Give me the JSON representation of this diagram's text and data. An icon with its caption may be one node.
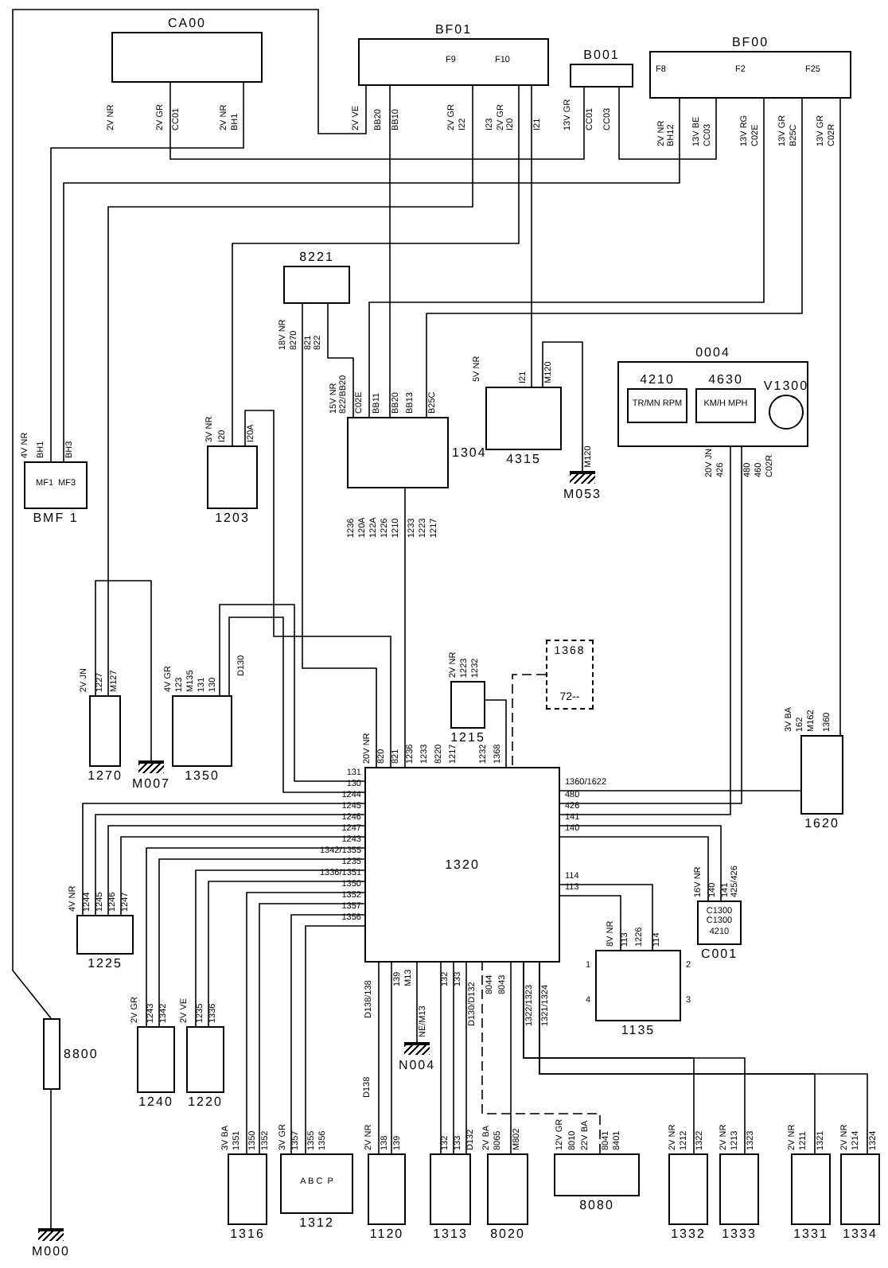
{
  "diagram": {
    "nodes": [
      {
        "text": [
          "CA00"
        ]
      },
      {
        "text": [
          "BF01"
        ]
      },
      {
        "text": [
          "B001"
        ]
      },
      {
        "text": [
          "BF00"
        ]
      },
      {
        "text": [
          "MF1",
          "MF3",
          "BMF 1"
        ]
      },
      {
        "text": [
          "8221"
        ]
      },
      {
        "text": [
          "1304"
        ]
      },
      {
        "text": [
          "1203"
        ]
      },
      {
        "text": [
          "4315"
        ]
      },
      {
        "text": [
          "0004"
        ]
      },
      {
        "text": [
          "4210",
          "TR/MN RPM"
        ],
        "in": 9
      },
      {
        "text": [
          "4630",
          "KM/H MPH"
        ],
        "in": 9
      },
      {
        "text": [
          "V1300"
        ],
        "in": 9
      },
      {
        "text": [
          "M053"
        ]
      },
      {
        "text": [
          "1270"
        ]
      },
      {
        "text": [
          "1350"
        ]
      },
      {
        "text": [
          "M007"
        ]
      },
      {
        "text": [
          "1215"
        ]
      },
      {
        "text": [
          "1368",
          "72--"
        ]
      },
      {
        "text": [
          "1320"
        ]
      },
      {
        "text": [
          "1620"
        ]
      },
      {
        "text": [
          "1225"
        ]
      },
      {
        "text": [
          "C1300",
          "C1300",
          "4210",
          "C001"
        ]
      },
      {
        "text": [
          "1135"
        ]
      },
      {
        "text": [
          "8800"
        ]
      },
      {
        "text": [
          "M000"
        ]
      },
      {
        "text": [
          "1240"
        ]
      },
      {
        "text": [
          "1220"
        ]
      },
      {
        "text": [
          "N004"
        ]
      },
      {
        "text": [
          "1316"
        ]
      },
      {
        "text": [
          "A B C",
          "P",
          "1312"
        ]
      },
      {
        "text": [
          "1120"
        ]
      },
      {
        "text": [
          "1313"
        ]
      },
      {
        "text": [
          "8020"
        ]
      },
      {
        "text": [
          "8080"
        ]
      },
      {
        "text": [
          "1332"
        ]
      },
      {
        "text": [
          "1333"
        ]
      },
      {
        "text": [
          "1331"
        ]
      },
      {
        "text": [
          "1334"
        ]
      }
    ],
    "edges": [
      {
        "from": 1,
        "to": 24,
        "arrow": "none"
      },
      {
        "from": 0,
        "to": 2,
        "arrow": "none"
      },
      {
        "from": 0,
        "to": 4,
        "arrow": "none"
      },
      {
        "from": 2,
        "to": 3,
        "arrow": "none"
      },
      {
        "from": 3,
        "to": 4,
        "arrow": "none"
      },
      {
        "from": 1,
        "to": 14,
        "arrow": "none"
      },
      {
        "from": 1,
        "to": 7,
        "arrow": "none"
      },
      {
        "from": 1,
        "to": 8,
        "arrow": "none"
      },
      {
        "from": 1,
        "to": 6,
        "arrow": "none"
      },
      {
        "from": 3,
        "to": 6,
        "arrow": "none"
      },
      {
        "from": 3,
        "to": 6,
        "arrow": "none"
      },
      {
        "from": 3,
        "to": 20,
        "arrow": "none"
      },
      {
        "from": 5,
        "to": 6,
        "arrow": "none"
      },
      {
        "from": 5,
        "to": 19,
        "arrow": "none"
      },
      {
        "from": 6,
        "to": 19,
        "arrow": "none"
      },
      {
        "from": 7,
        "to": 19,
        "arrow": "none"
      },
      {
        "from": 8,
        "to": 13,
        "arrow": "none"
      },
      {
        "from": 9,
        "to": 19,
        "arrow": "none"
      },
      {
        "from": 9,
        "to": 19,
        "arrow": "none"
      },
      {
        "from": 16,
        "to": 14,
        "arrow": "none"
      },
      {
        "from": 15,
        "to": 19,
        "arrow": "none"
      },
      {
        "from": 15,
        "to": 19,
        "arrow": "none"
      },
      {
        "from": 21,
        "to": 19,
        "arrow": "none"
      },
      {
        "from": 21,
        "to": 19,
        "arrow": "none"
      },
      {
        "from": 21,
        "to": 19,
        "arrow": "none"
      },
      {
        "from": 21,
        "to": 19,
        "arrow": "none"
      },
      {
        "from": 26,
        "to": 19,
        "arrow": "none"
      },
      {
        "from": 26,
        "to": 19,
        "arrow": "none"
      },
      {
        "from": 27,
        "to": 19,
        "arrow": "none"
      },
      {
        "from": 27,
        "to": 19,
        "arrow": "none"
      },
      {
        "from": 29,
        "to": 19,
        "arrow": "none"
      },
      {
        "from": 29,
        "to": 19,
        "arrow": "none"
      },
      {
        "from": 30,
        "to": 19,
        "arrow": "none"
      },
      {
        "from": 30,
        "to": 19,
        "arrow": "none"
      },
      {
        "from": 31,
        "to": 19,
        "arrow": "none"
      },
      {
        "from": 31,
        "to": 19,
        "arrow": "none"
      },
      {
        "from": 28,
        "to": 19,
        "arrow": "none"
      },
      {
        "from": 32,
        "to": 19,
        "arrow": "none"
      },
      {
        "from": 32,
        "to": 19,
        "arrow": "none"
      },
      {
        "from": 32,
        "to": 19,
        "arrow": "none"
      },
      {
        "from": 34,
        "to": 19,
        "arrow": "none",
        "style": "dashed"
      },
      {
        "from": 33,
        "to": 19,
        "arrow": "none"
      },
      {
        "from": 35,
        "to": 19,
        "arrow": "none"
      },
      {
        "from": 36,
        "to": 19,
        "arrow": "none"
      },
      {
        "from": 37,
        "to": 19,
        "arrow": "none"
      },
      {
        "from": 38,
        "to": 19,
        "arrow": "none"
      },
      {
        "from": 20,
        "to": 19,
        "arrow": "none"
      },
      {
        "from": 18,
        "to": 19,
        "arrow": "none",
        "style": "dashed"
      },
      {
        "from": 17,
        "to": 19,
        "arrow": "none"
      },
      {
        "from": 22,
        "to": 19,
        "arrow": "none"
      },
      {
        "from": 22,
        "to": 19,
        "arrow": "none"
      },
      {
        "from": 23,
        "to": 19,
        "arrow": "none"
      },
      {
        "from": 23,
        "to": 19,
        "arrow": "none"
      },
      {
        "from": 24,
        "to": 25,
        "arrow": "none"
      }
    ],
    "labels": [
      "2V NR",
      "2V GR",
      "CC01",
      "2V NR",
      "BH1",
      "F9",
      "F10",
      "2V VE",
      "BB20",
      "BB10",
      "2V GR",
      "I22",
      "I23",
      "2V GR",
      "I20",
      "I21",
      "13V GR",
      "CC01",
      "CC03",
      "F8",
      "F2",
      "F25",
      "2V NR",
      "BH12",
      "13V BE",
      "CC03",
      "13V RG",
      "C02E",
      "13V GR",
      "B25C",
      "13V GR",
      "C02R",
      "18V NR",
      "8270",
      "821",
      "822",
      "5V NR",
      "I21",
      "M120",
      "4V NR",
      "BH1",
      "BH3",
      "15V NR",
      "822/BB20",
      "C02E",
      "BB11",
      "BB20",
      "BB13",
      "B25C",
      "3V NR",
      "I20",
      "I20A",
      "M120",
      "20V JN",
      "426",
      "480",
      "460",
      "C02R",
      "1236",
      "120A",
      "122A",
      "1226",
      "1210",
      "1233",
      "1223",
      "1217",
      "2V JN",
      "1227",
      "M127",
      "4V GR",
      "123",
      "M135",
      "131",
      "130",
      "D130",
      "2V NR",
      "1223",
      "1232",
      "3V BA",
      "162",
      "M162",
      "1360",
      "20V NR",
      "820",
      "821",
      "1236",
      "1233",
      "8220",
      "1217",
      "1232",
      "1368",
      "131",
      "130",
      "1244",
      "1245",
      "1246",
      "1247",
      "1243",
      "1342/1355",
      "1235",
      "1336/1351",
      "1350",
      "1352",
      "1357",
      "1356",
      "1360/1622",
      "480",
      "426",
      "141",
      "140",
      "114",
      "113",
      "4V NR",
      "1244",
      "1245",
      "1246",
      "1247",
      "16V NR",
      "140",
      "141",
      "425/426",
      "8V NR",
      "113",
      "1226",
      "114",
      "1",
      "4",
      "2",
      "3",
      "2V GR",
      "1243",
      "1342",
      "2V VE",
      "1235",
      "1336",
      "D138/138",
      "139",
      "M13",
      "NE/M13",
      "132",
      "133",
      "D130/D132",
      "8044",
      "8043",
      "1322/1323",
      "1321/1324",
      "D138",
      "3V BA",
      "1351",
      "1350",
      "1352",
      "3V GR",
      "1357",
      "1355",
      "1356",
      "2V NR",
      "138",
      "139",
      "132",
      "133",
      "D132",
      "2V BA",
      "8065",
      "M802",
      "12V GR",
      "8010",
      "22V BA",
      "8041",
      "8401",
      "2V NR",
      "1212",
      "1322",
      "2V NR",
      "1213",
      "1323",
      "2V NR",
      "1211",
      "1321",
      "2V NR",
      "1214",
      "1324"
    ]
  }
}
